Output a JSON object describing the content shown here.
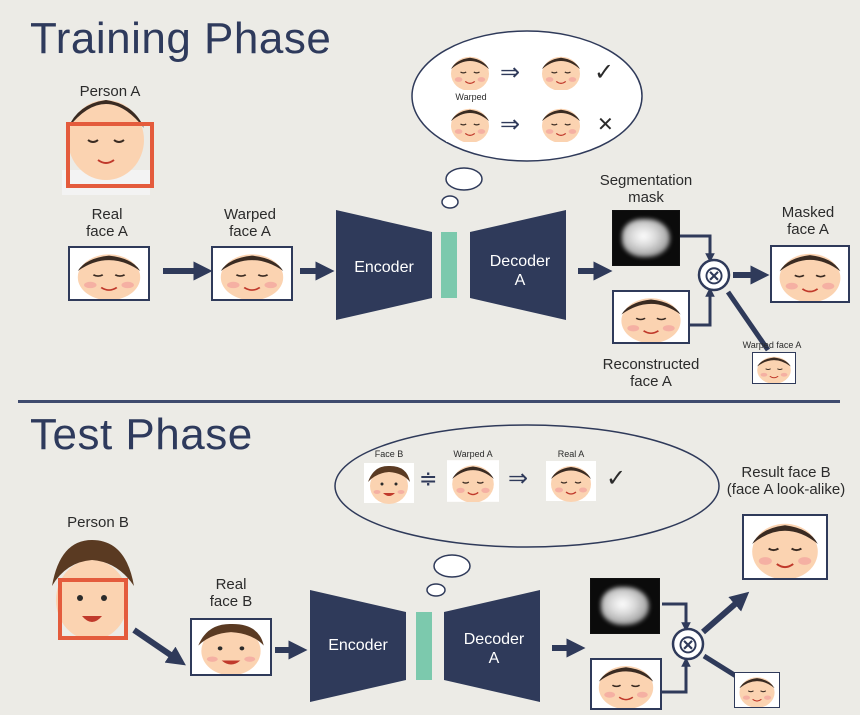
{
  "training": {
    "title": "Training Phase",
    "person_label": "Person A",
    "real_face_label": "Real\nface A",
    "warped_face_label": "Warped\nface A",
    "encoder_label": "Encoder",
    "decoder_label": "Decoder\nA",
    "segmentation_label": "Segmentation\nmask",
    "masked_label": "Masked\nface A",
    "reconstructed_label": "Reconstructed\nface A",
    "warped_small_label": "Warped face A",
    "thought": {
      "warped_label": "Warped",
      "arrow": "⇒",
      "check": "✓",
      "cross": "✕"
    }
  },
  "test": {
    "title": "Test Phase",
    "person_label": "Person B",
    "real_face_label": "Real\nface B",
    "encoder_label": "Encoder",
    "decoder_label": "Decoder\nA",
    "result_label": "Result face B\n(face A look-alike)",
    "thought": {
      "face_b_label": "Face B",
      "warped_a_label": "Warped A",
      "real_a_label": "Real A",
      "approx": "≑",
      "arrow": "⇒",
      "check": "✓"
    }
  },
  "operators": {
    "multiply": "⊗"
  },
  "colors": {
    "background": "#ecebe6",
    "block": "#2f3a5a",
    "latent": "#7cc9ad",
    "skin": "#fbd3b1",
    "blush": "#f4a7a0",
    "hair": "#3a2b22",
    "mask_frame": "#e45b3c"
  }
}
